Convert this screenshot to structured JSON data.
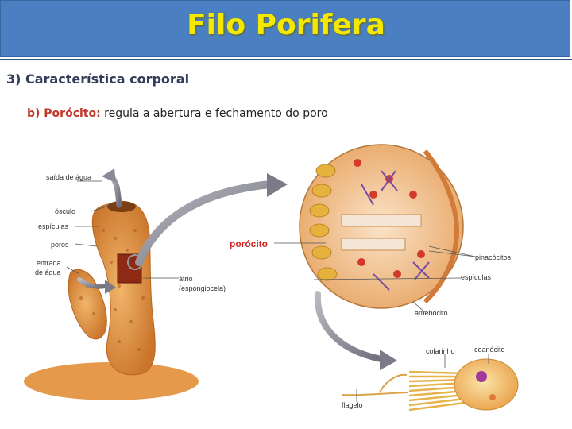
{
  "header": {
    "title": "Filo Porifera"
  },
  "section": {
    "heading": "3) Característica corporal"
  },
  "sub": {
    "key": "b) Porócito:",
    "text": " regula a abertura e fechamento do poro"
  },
  "labels": {
    "saida": "saída de água",
    "osculo": "ósculo",
    "espiculas_left": "espículas",
    "poros": "poros",
    "entrada_1": "entrada",
    "entrada_2": "de água",
    "porocito": "porócito",
    "pinacocitos": "pinacócitos",
    "atrio_1": "átrio",
    "atrio_2": "(espongiocela)",
    "espiculas_right": "espículas",
    "amebocito": "amebócito",
    "colarinho": "colarinho",
    "coanocito": "coanócito",
    "flagelo": "flagelo"
  },
  "colors": {
    "title_bg": "#4a7fc1",
    "title_text": "#f5e800",
    "accent": "#d42020",
    "sponge": "#d98a3a"
  }
}
